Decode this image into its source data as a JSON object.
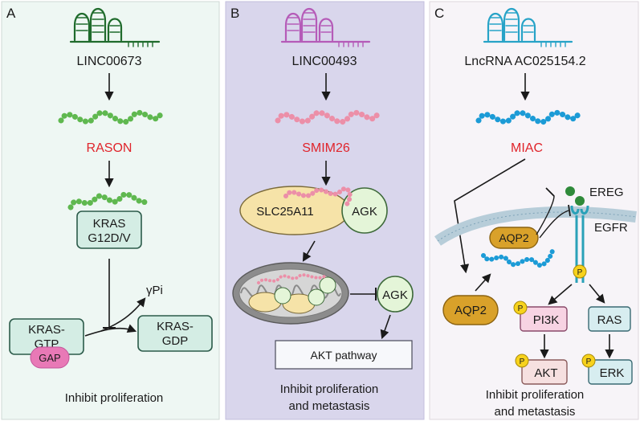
{
  "panels": {
    "a": {
      "letter": "A",
      "rna": "LINC00673",
      "peptide": "RASON",
      "kras_line1": "KRAS",
      "kras_line2": "G12D/V",
      "gtp_line1": "KRAS-",
      "gtp_line2": "GTP",
      "gap": "GAP",
      "gamma": "γPi",
      "gdp_line1": "KRAS-",
      "gdp_line2": "GDP",
      "outcome": "Inhibit proliferation"
    },
    "b": {
      "letter": "B",
      "rna": "LINC00493",
      "peptide": "SMIM26",
      "slc": "SLC25A11",
      "agk_complex": "AGK",
      "agk_free": "AGK",
      "pathway": "AKT pathway",
      "outcome_line1": "Inhibit proliferation",
      "outcome_line2": "and metastasis"
    },
    "c": {
      "letter": "C",
      "rna": "LncRNA AC025154.2",
      "peptide": "MIAC",
      "ereg": "EREG",
      "egfr": "EGFR",
      "aqp2_membrane": "AQP2",
      "aqp2_free": "AQP2",
      "p_badge": "P",
      "pi3k": "PI3K",
      "ras": "RAS",
      "akt": "AKT",
      "erk": "ERK",
      "outcome_line1": "Inhibit proliferation",
      "outcome_line2": "and metastasis"
    }
  },
  "colors": {
    "panel_a_bg": "#eef7f3",
    "panel_b_bg": "#d9d6ec",
    "panel_c_bg": "#f7f4f8",
    "peptide_label": "#e0242b",
    "rna_a": "#1f6b2c",
    "rna_b": "#b55bb8",
    "rna_c": "#27a3c7",
    "beads_a": "#5fb84f",
    "beads_b": "#ec8fa8",
    "beads_c": "#1c9bd6",
    "kras_box": "#d4ede4",
    "gap": "#e879b6",
    "slc": "#f6e3a8",
    "agk": "#e4f5d8",
    "aqp2": "#d9a12a",
    "p_badge": "#f7d21c",
    "pi3k": "#f7d3e3",
    "ras_erk": "#d7edf0",
    "akt": "#f6e0e0"
  }
}
